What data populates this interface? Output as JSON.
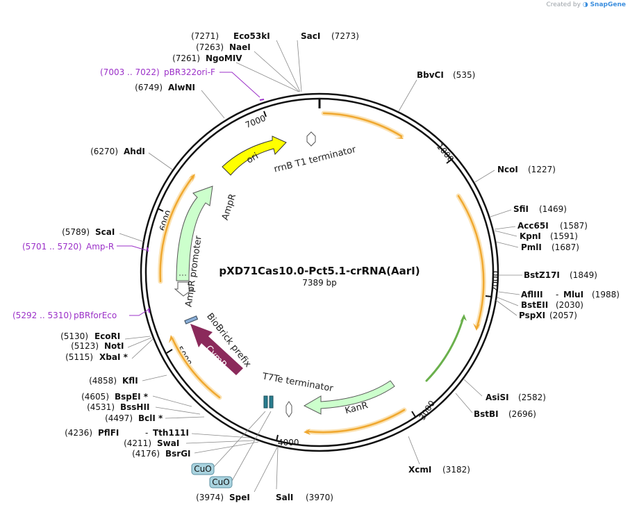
{
  "credit": {
    "prefix": "Created by",
    "brand": "SnapGene"
  },
  "plasmid": {
    "name": "pXD71Cas10.0-Pct5.1-crRNA(AarI)",
    "length": "7389 bp"
  },
  "ticks": [
    "1000",
    "2000",
    "3000",
    "4000",
    "5000",
    "6000",
    "7000"
  ],
  "sites": [
    {
      "name": "Eco53kI",
      "pos": "(7271)"
    },
    {
      "name": "NaeI",
      "pos": "(7263)"
    },
    {
      "name": "NgoMIV",
      "pos": "(7261)"
    },
    {
      "name": "SacI",
      "pos": "(7273)"
    },
    {
      "name": "AlwNI",
      "pos": "(6749)"
    },
    {
      "name": "AhdI",
      "pos": "(6270)"
    },
    {
      "name": "ScaI",
      "pos": "(5789)"
    },
    {
      "name": "EcoRI",
      "pos": "(5130)"
    },
    {
      "name": "NotI",
      "pos": "(5123)"
    },
    {
      "name": "XbaI *",
      "pos": "(5115)"
    },
    {
      "name": "KflI",
      "pos": "(4858)"
    },
    {
      "name": "BspEI *",
      "pos": "(4605)"
    },
    {
      "name": "BssHII",
      "pos": "(4531)"
    },
    {
      "name": "BclI *",
      "pos": "(4497)"
    },
    {
      "name": "PflFI",
      "pos": "(4236)"
    },
    {
      "name": "SwaI",
      "pos": "(4211)"
    },
    {
      "name": "BsrGI",
      "pos": "(4176)"
    },
    {
      "name": "BbvCI",
      "pos": "(535)"
    },
    {
      "name": "NcoI",
      "pos": "(1227)"
    },
    {
      "name": "SfiI",
      "pos": "(1469)"
    },
    {
      "name": "Acc65I",
      "pos": "(1587)"
    },
    {
      "name": "KpnI",
      "pos": "(1591)"
    },
    {
      "name": "PmlI",
      "pos": "(1687)"
    },
    {
      "name": "BstZ17I",
      "pos": "(1849)"
    },
    {
      "name": "AflIII",
      "pos": "(1988)"
    },
    {
      "name": "BstEII",
      "pos": "(2030)"
    },
    {
      "name": "PspXI",
      "pos": "(2057)"
    },
    {
      "name": "AsiSI",
      "pos": "(2582)"
    },
    {
      "name": "BstBI",
      "pos": "(2696)"
    },
    {
      "name": "XcmI",
      "pos": "(3182)"
    },
    {
      "name": "SpeI",
      "pos": "(3974)"
    },
    {
      "name": "SalI",
      "pos": "(3970)"
    }
  ],
  "paired": {
    "tth": "Tth111I",
    "mlu": "MluI",
    "dash": "-"
  },
  "primers": [
    {
      "name": "pBR322ori-F",
      "range": "(7003 .. 7022)"
    },
    {
      "name": "Amp-R",
      "range": "(5701 .. 5720)"
    },
    {
      "name": "pBRforEco",
      "range": "(5292 .. 5310)"
    }
  ],
  "features": {
    "ori": "ori",
    "rrnb": "rrnB T1 terminator",
    "ampr": "AmpR",
    "amp_promoter": "AmpR promoter",
    "biobrick": "BioBrick prefix",
    "cymr": "CymR",
    "t7te": "T7Te terminator",
    "kanr": "KanR",
    "cuo1": "CuO",
    "cuo2": "CuO"
  },
  "colors": {
    "backbone": "#111111",
    "orf_arc": "#f0a830",
    "orf_halo": "#fbe3b5",
    "ori": "#ffff00",
    "ampr": "#ccffcc",
    "cymr": "#8b2a5b",
    "primer": "#9b30c8",
    "green_orf": "#6ab04c",
    "cuo": "#a9d3df"
  }
}
